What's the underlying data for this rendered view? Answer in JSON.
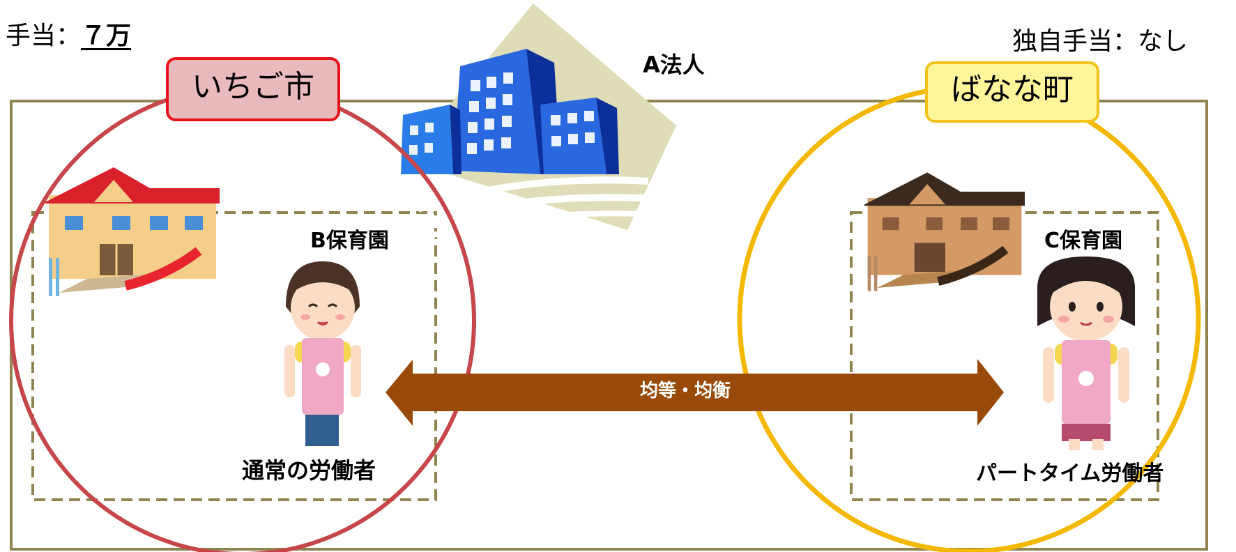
{
  "left_allowance": {
    "label": "手当：",
    "amount": "７万"
  },
  "right_allowance": {
    "text": "独自手当：なし"
  },
  "corporation": {
    "label": "A法人"
  },
  "municipality_left": {
    "label": "いちご市",
    "color": "#c6464a",
    "tag_bg": "#e8b9bd",
    "tag_border": "#e8131b"
  },
  "municipality_right": {
    "label": "ばなな町",
    "color": "#f5b800",
    "tag_bg": "#fff59a",
    "tag_border": "#f2c318"
  },
  "nursery_b": {
    "label": "B保育園"
  },
  "nursery_c": {
    "label": "C保育園"
  },
  "worker_regular": {
    "label": "通常の労働者"
  },
  "worker_part": {
    "label": "パートタイム労働者"
  },
  "relation": {
    "label": "均等・均衡",
    "color": "#9a4a08"
  },
  "colors": {
    "frame": "#8f8450",
    "dashed": "#8f8450"
  }
}
